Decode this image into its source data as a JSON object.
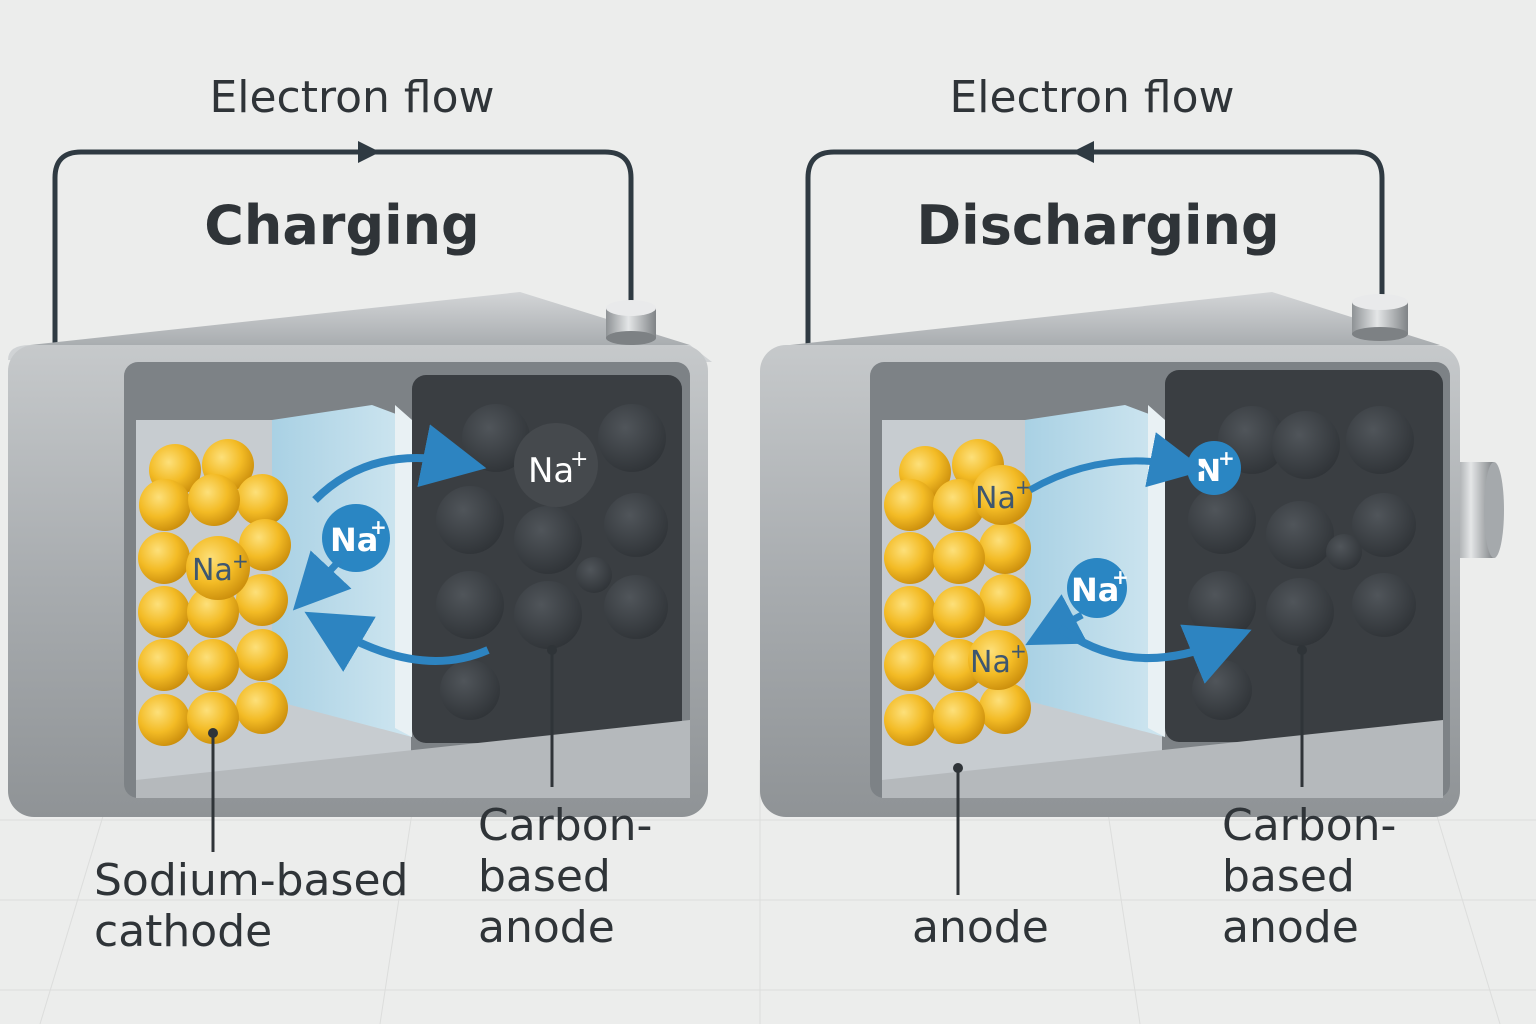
{
  "left_panel": {
    "electron_flow_label": "Electron flow",
    "mode_label": "Charging",
    "ion_labels": {
      "anode_ion": "Na",
      "electrolyte_ion": "Na",
      "cathode_ion": "Na",
      "charge": "+"
    },
    "cathode_label_line1": "Sodium-based",
    "cathode_label_line2": "cathode",
    "anode_label_line1": "Carbon-",
    "anode_label_line2": "based",
    "anode_label_line3": "anode"
  },
  "right_panel": {
    "electron_flow_label": "Electron flow",
    "mode_label": "Discharging",
    "ion_labels": {
      "anode_ion": "N",
      "electrolyte_ion": "Na",
      "cathode_ion_top": "Na",
      "cathode_ion_bottom": "Na",
      "charge": "+"
    },
    "left_label": "anode",
    "anode_label_line1": "Carbon-",
    "anode_label_line2": "based",
    "anode_label_line3": "anode"
  },
  "colors": {
    "background": "#ecedec",
    "casing": "#a9adb0",
    "electrolyte": "#b9dbea",
    "cathode_gold": "#f2b81f",
    "anode_dark": "#3b3f43",
    "ion_blue": "#2a86c3",
    "arrow_blue": "#2d84c1",
    "wire": "#2f3a42"
  }
}
